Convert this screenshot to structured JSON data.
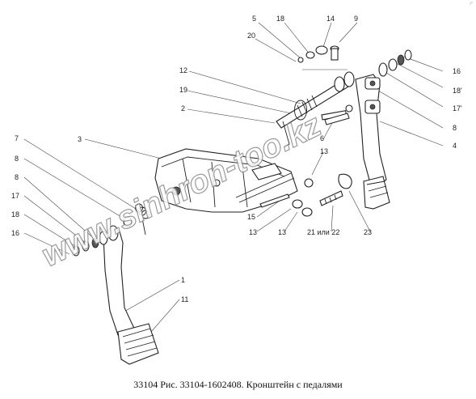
{
  "caption": "33104 Рис. 33104-1602408. Кронштейн с педалями",
  "watermark": "www.sinhron-too.kz",
  "corner_mark": "r°",
  "callouts": {
    "c5": "5",
    "c18a": "18",
    "c14": "14",
    "c9": "9",
    "c20": "20",
    "c12": "12",
    "c19": "19",
    "c2": "2",
    "c16a": "16",
    "c18b": "18'",
    "c17a": "17'",
    "c8a": "8",
    "c4": "4",
    "c6": "6",
    "c13a": "13",
    "c7": "7",
    "c3": "3",
    "c8b": "8",
    "c8c": "8",
    "c17b": "17",
    "c18c": "18",
    "c16b": "16",
    "c15": "15",
    "c13b": "13",
    "c13c": "13",
    "c21": "21 или 22",
    "c23": "23",
    "c1": "1",
    "c11": "11"
  }
}
